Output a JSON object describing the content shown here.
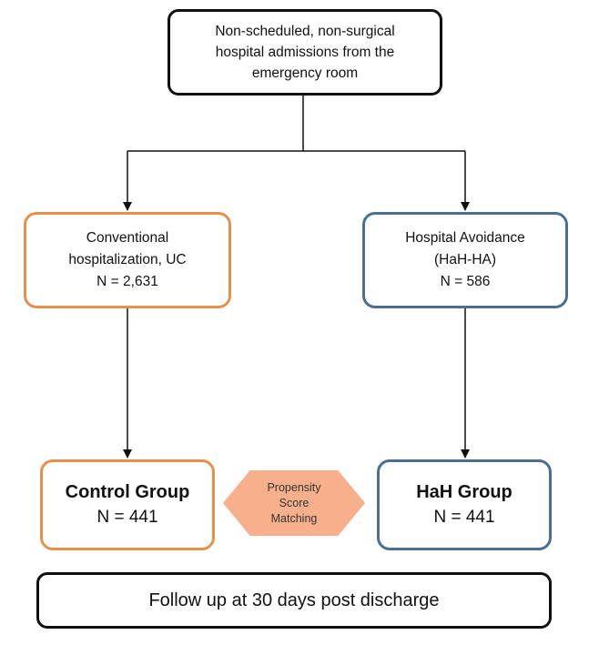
{
  "top_box": {
    "lines": [
      "Non-scheduled, non-surgical",
      "hospital admissions from the",
      "emergency room"
    ]
  },
  "conventional": {
    "lines": [
      "Conventional",
      "hospitalization, UC",
      "N = 2,631"
    ]
  },
  "avoidance": {
    "lines": [
      "Hospital Avoidance",
      "(HaH-HA)",
      "N = 586"
    ]
  },
  "control_group": {
    "title": "Control Group",
    "n": "N = 441"
  },
  "hah_group": {
    "title": "HaH Group",
    "n": "N = 441"
  },
  "matching": {
    "lines": [
      "Propensity",
      "Score",
      "Matching"
    ]
  },
  "follow_up": {
    "text": "Follow up at 30 days post discharge"
  },
  "colors": {
    "uc_border": "#E5914B",
    "ha_border": "#4A6F91",
    "matching_fill": "#F7B08B",
    "outline": "#111111"
  }
}
